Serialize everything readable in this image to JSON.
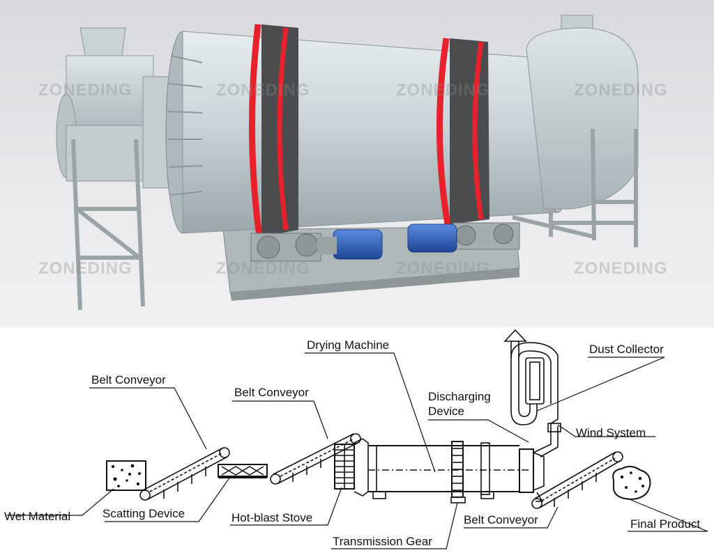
{
  "photo": {
    "watermark_text": "ZONEDING",
    "colors": {
      "shell": "#c8d2d6",
      "ring": "#e8222c",
      "tyre": "#4a4c4e",
      "motor": "#2d5fb8",
      "frame": "#b5bfc2"
    }
  },
  "diagram": {
    "labels": {
      "belt_conveyor_1": "Belt Conveyor",
      "belt_conveyor_2": "Belt Conveyor",
      "belt_conveyor_3": "Belt Conveyor",
      "drying_machine": "Drying Machine",
      "dust_collector": "Dust Collector",
      "discharging_device_line1": "Discharging",
      "discharging_device_line2": "Device",
      "wind_system": "Wind System",
      "wet_material": "Wet Material",
      "scatting_device": "Scatting Device",
      "hot_blast_stove": "Hot-blast Stove",
      "transmission_gear": "Transmission Gear",
      "final_product": "Final Product"
    }
  }
}
